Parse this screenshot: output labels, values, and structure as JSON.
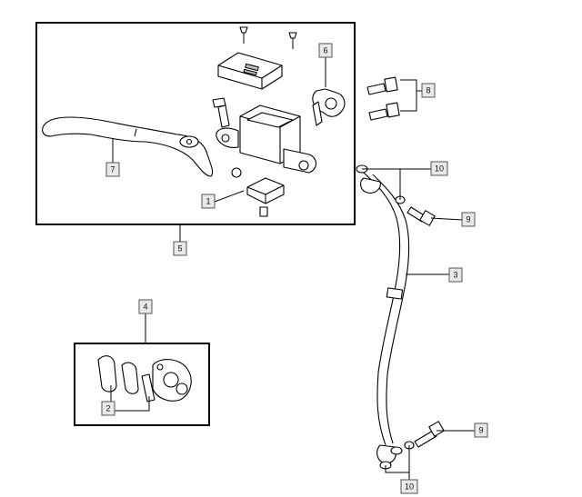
{
  "callouts": [
    {
      "id": "c1",
      "label": "1"
    },
    {
      "id": "c2",
      "label": "2"
    },
    {
      "id": "c3",
      "label": "3"
    },
    {
      "id": "c4",
      "label": "4"
    },
    {
      "id": "c5",
      "label": "5"
    },
    {
      "id": "c6",
      "label": "6"
    },
    {
      "id": "c7",
      "label": "7"
    },
    {
      "id": "c8",
      "label": "8"
    },
    {
      "id": "c9a",
      "label": "9"
    },
    {
      "id": "c9b",
      "label": "9"
    },
    {
      "id": "c10a",
      "label": "10"
    },
    {
      "id": "c10b",
      "label": "10"
    }
  ],
  "colors": {
    "callout_fill": "#e9e9e9",
    "line": "#000000",
    "background": "#ffffff"
  }
}
